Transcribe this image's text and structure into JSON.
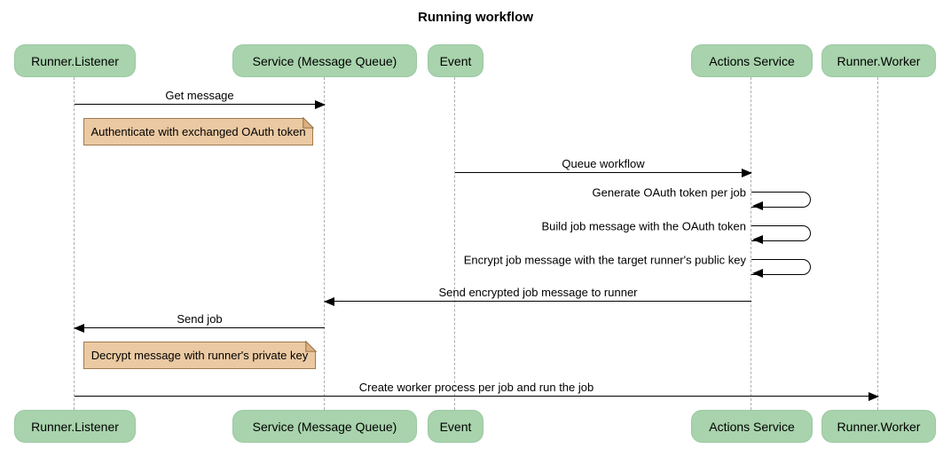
{
  "diagram_type": "sequence",
  "title": "Running workflow",
  "participants": [
    {
      "id": "runner-listener",
      "label": "Runner.Listener"
    },
    {
      "id": "service-message-queue",
      "label": "Service (Message Queue)"
    },
    {
      "id": "event",
      "label": "Event"
    },
    {
      "id": "actions-service",
      "label": "Actions Service"
    },
    {
      "id": "runner-worker",
      "label": "Runner.Worker"
    }
  ],
  "messages": [
    {
      "label": "Get message",
      "from": "Runner.Listener",
      "to": "Service (Message Queue)",
      "direction": "right"
    },
    {
      "label": "Queue workflow",
      "from": "Event",
      "to": "Actions Service",
      "direction": "right"
    },
    {
      "label": "Generate OAuth token per job",
      "from": "Actions Service",
      "to": "Actions Service",
      "direction": "self"
    },
    {
      "label": "Build job message with the OAuth token",
      "from": "Actions Service",
      "to": "Actions Service",
      "direction": "self"
    },
    {
      "label": "Encrypt job message with the target runner's public key",
      "from": "Actions Service",
      "to": "Actions Service",
      "direction": "self"
    },
    {
      "label": "Send encrypted job message to runner",
      "from": "Actions Service",
      "to": "Service (Message Queue)",
      "direction": "left"
    },
    {
      "label": "Send job",
      "from": "Service (Message Queue)",
      "to": "Runner.Listener",
      "direction": "left"
    },
    {
      "label": "Create worker process per job and run the job",
      "from": "Runner.Listener",
      "to": "Runner.Worker",
      "direction": "right"
    }
  ],
  "notes": [
    {
      "label": "Authenticate with exchanged OAuth token",
      "position": "over Runner.Listener"
    },
    {
      "label": "Decrypt message with runner's private key",
      "position": "over Runner.Listener"
    }
  ],
  "colors": {
    "participant_fill": "#a8d3ac",
    "participant_border": "#9bc8a2",
    "note_fill": "#ebc9a2",
    "note_border": "#9e7c4f",
    "note_fold": "#ddb183",
    "lifeline": "#adadad",
    "arrow": "#000000"
  }
}
